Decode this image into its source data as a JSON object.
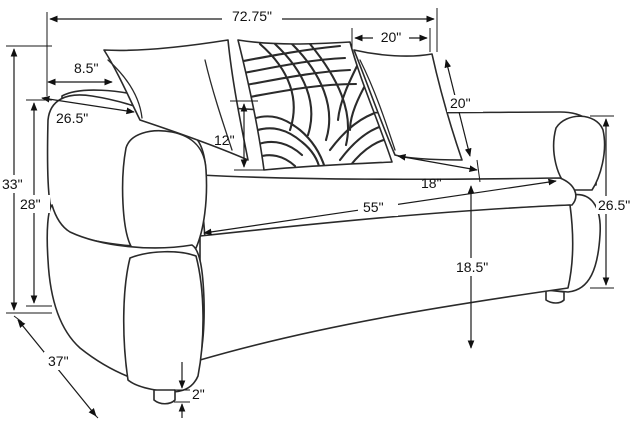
{
  "dimensions": {
    "overall_width": "72.75\"",
    "pillow_width": "20\"",
    "arm_width": "8.5\"",
    "pillow_height": "20\"",
    "seat_depth": "26.5\"",
    "pillow_thickness": "12\"",
    "overall_height": "33\"",
    "arm_height": "28\"",
    "seat_back_height": "18\"",
    "seat_width": "55\"",
    "side_height": "26.5\"",
    "seat_height": "18.5\"",
    "overall_depth": "37\"",
    "leg_height": "2\""
  },
  "colors": {
    "line": "#2a2a2a",
    "background": "#ffffff"
  }
}
